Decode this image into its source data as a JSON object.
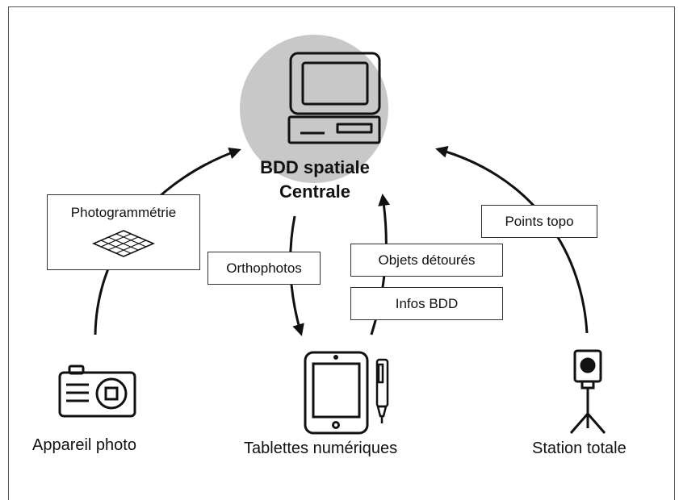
{
  "hub": {
    "line1": "BDD spatiale",
    "line2": "Centrale",
    "icon": "desktop-computer-icon"
  },
  "flows": {
    "photogrammetry": "Photogrammétrie",
    "orthophotos": "Orthophotos",
    "objects": "Objets détourés",
    "db_info": "Infos BDD",
    "topo_points": "Points topo"
  },
  "devices": {
    "camera": {
      "label": "Appareil photo",
      "icon": "camera-icon"
    },
    "tablets": {
      "label": "Tablettes numériques",
      "icon": "tablet-icon"
    },
    "station": {
      "label": "Station totale",
      "icon": "total-station-icon"
    }
  },
  "colors": {
    "hub_fill": "#c8c8c8",
    "stroke": "#111111",
    "box_border": "#333333"
  }
}
